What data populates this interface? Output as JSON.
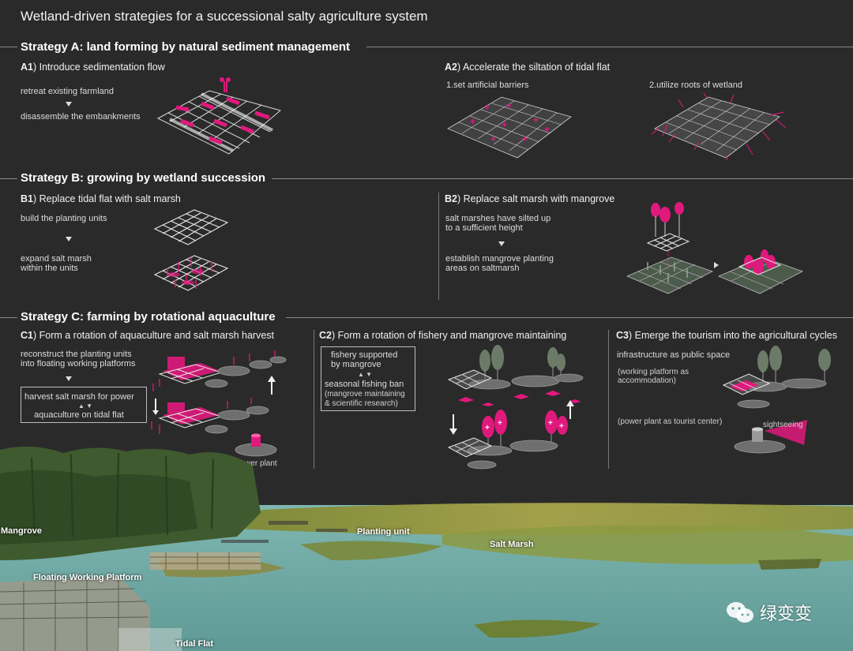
{
  "title": "Wetland-driven strategies for a successional salty agriculture system",
  "strategy_a": {
    "heading": "Strategy A: land forming by natural sediment management",
    "a1": {
      "tag": "A1",
      "label": "Introduce sedimentation flow",
      "step1": "retreat existing farmland",
      "step2": "disassemble the embankments"
    },
    "a2": {
      "tag": "A2",
      "label": "Accelerate the siltation of tidal flat",
      "step1": "1.set artificial barriers",
      "step2": "2.utilize roots of wetland"
    }
  },
  "strategy_b": {
    "heading": "Strategy B: growing by wetland succession",
    "b1": {
      "tag": "B1",
      "label": "Replace tidal flat with salt marsh",
      "step1": "build the planting units",
      "step2_l1": "expand salt marsh",
      "step2_l2": "within the units"
    },
    "b2": {
      "tag": "B2",
      "label": "Replace salt marsh with mangrove",
      "step1_l1": "salt marshes have silted up",
      "step1_l2": "to a sufficient height",
      "step2_l1": "establish mangrove planting",
      "step2_l2": "areas on saltmarsh"
    }
  },
  "strategy_c": {
    "heading": "Strategy C: farming by rotational aquaculture",
    "c1": {
      "tag": "C1",
      "label": "Form a rotation of aquaculture and salt marsh harvest",
      "step1_l1": "reconstruct the planting units",
      "step1_l2": "into floating working platforms",
      "box_l1": "harvest salt marsh for power",
      "box_l2": "aquaculture on tidal flat",
      "power_plant": "power plant"
    },
    "c2": {
      "tag": "C2",
      "label": "Form a rotation of fishery and mangrove maintaining",
      "box_l1": "fishery supported",
      "box_l2": "by mangrove",
      "box_l3": "seasonal fishing ban",
      "box_l4": "(mangrove maintaining",
      "box_l5": "& scientific research)"
    },
    "c3": {
      "tag": "C3",
      "label": "Emerge the tourism into the agricultural cycles",
      "step1": "infrastructure as public space",
      "note1_l1": "(working platform as",
      "note1_l2": "accommodation)",
      "note2": "(power plant as tourist center)",
      "sightseeing": "sightseeing"
    }
  },
  "photo_labels": {
    "mangrove": "Mangrove",
    "planting_unit": "Planting unit",
    "salt_marsh": "Salt Marsh",
    "floating_platform": "Floating Working Platform",
    "tidal_flat": "Tidal Flat"
  },
  "watermark": "绿变变",
  "colors": {
    "background": "#2a2a2a",
    "accent": "#e0197d",
    "grid": "#d8d8d8",
    "tree_green": "#5d6e5a",
    "water": "#86b9b4"
  }
}
